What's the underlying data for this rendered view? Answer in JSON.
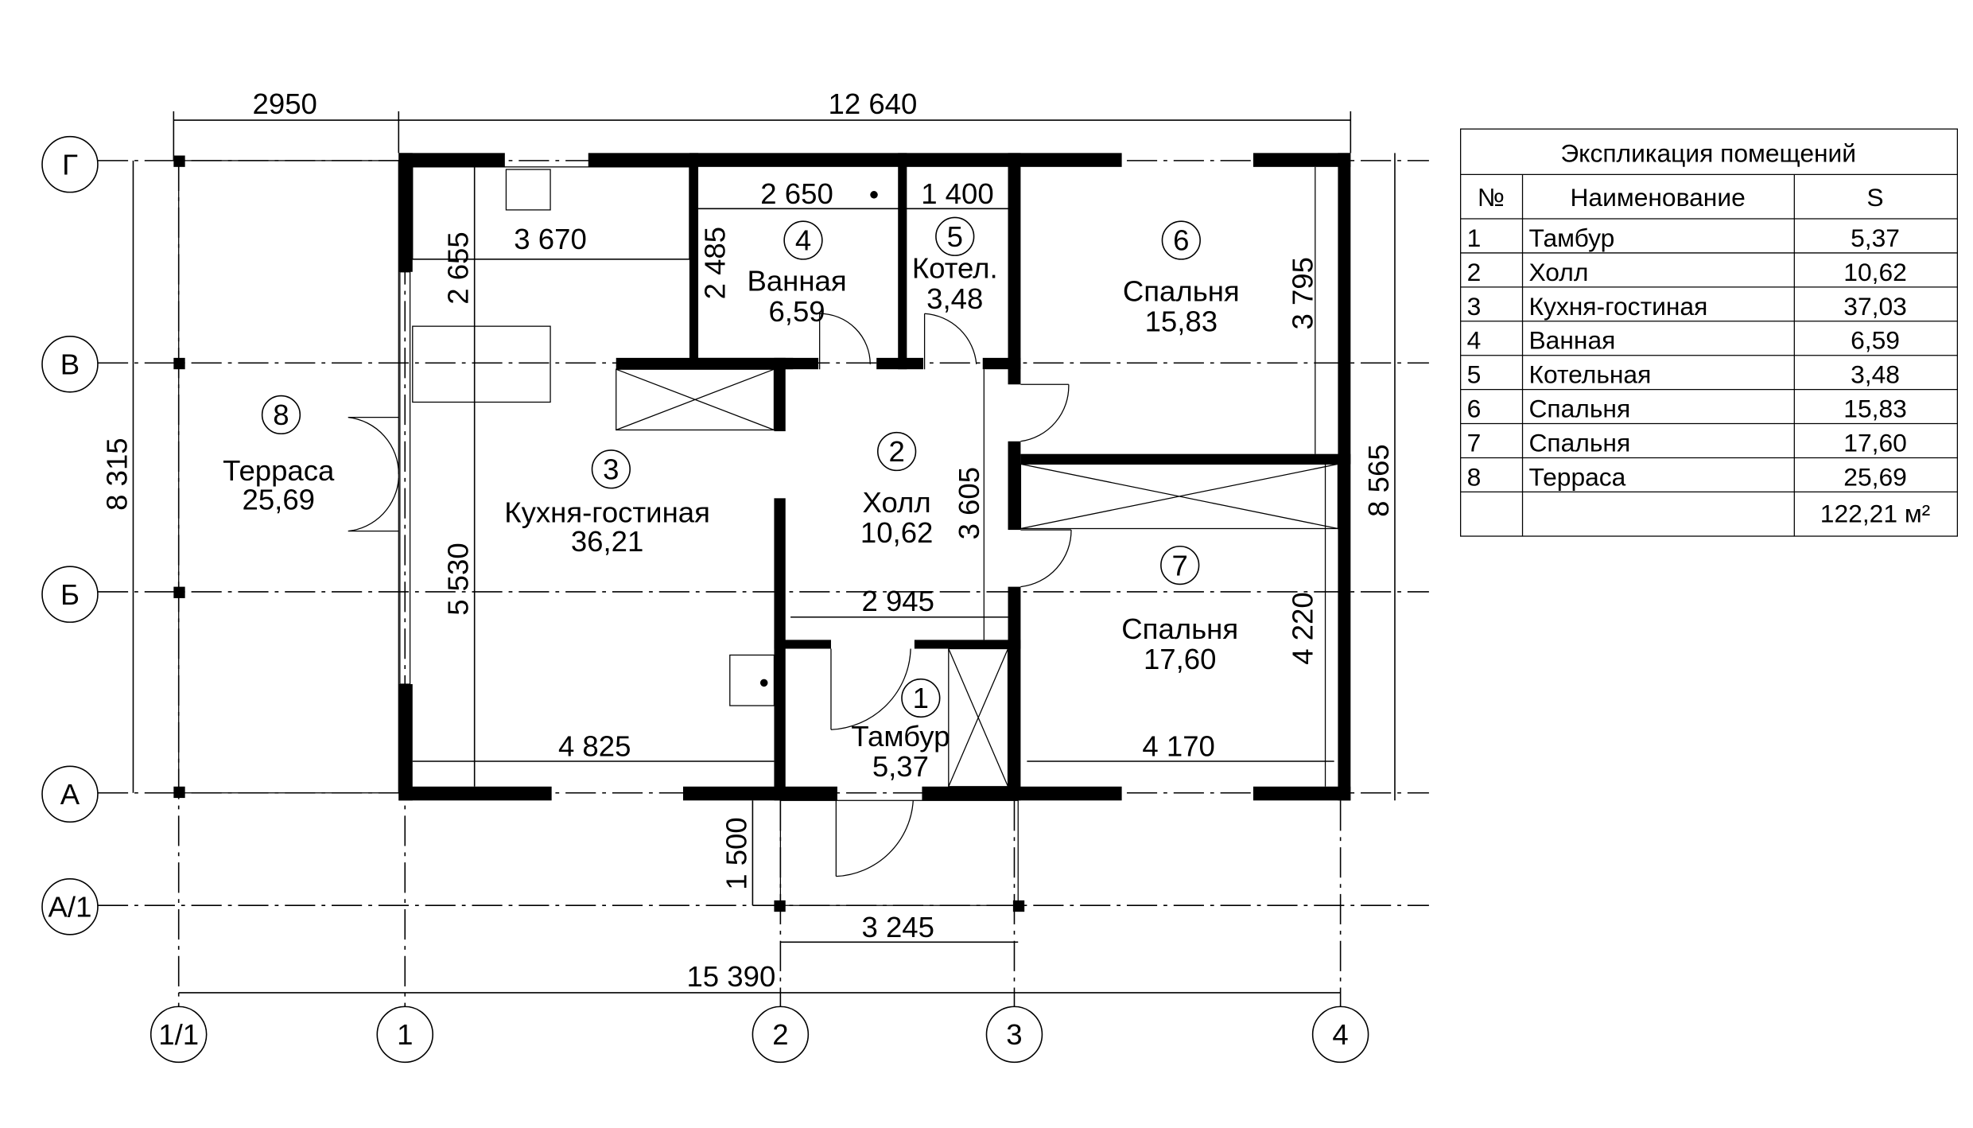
{
  "axes": {
    "rows": [
      "Г",
      "В",
      "Б",
      "А",
      "А/1"
    ],
    "cols": [
      "1/1",
      "1",
      "2",
      "3",
      "4"
    ]
  },
  "dimensions": {
    "top_left": "2950",
    "top_main": "12 640",
    "left_total": "8 315",
    "right_total": "8 565",
    "bottom_total": "15 390",
    "porch_width": "3 245",
    "porch_depth": "1 500",
    "kitchen_upper_width": "3 670",
    "kitchen_upper_depth": "2 655",
    "kitchen_depth": "5 530",
    "kitchen_width": "4 825",
    "bath_width": "2 650",
    "bath_depth": "2 485",
    "boiler_width": "1 400",
    "hall_depth": "3 605",
    "hall_width": "2 945",
    "bed6_depth": "3 795",
    "bed7_depth": "4 220",
    "bed7_width": "4 170"
  },
  "rooms": [
    {
      "num": "1",
      "name": "Тамбур",
      "area": "5,37"
    },
    {
      "num": "2",
      "name": "Холл",
      "area": "10,62"
    },
    {
      "num": "3",
      "name": "Кухня-гостиная",
      "area": "36,21"
    },
    {
      "num": "4",
      "name": "Ванная",
      "area": "6,59"
    },
    {
      "num": "5",
      "name": "Котел.",
      "area": "3,48"
    },
    {
      "num": "6",
      "name": "Спальня",
      "area": "15,83"
    },
    {
      "num": "7",
      "name": "Спальня",
      "area": "17,60"
    },
    {
      "num": "8",
      "name": "Терраса",
      "area": "25,69"
    }
  ],
  "table": {
    "title": "Экспликация помещений",
    "headers": [
      "№",
      "Наименование",
      "S"
    ],
    "rows": [
      [
        "1",
        "Тамбур",
        "5,37"
      ],
      [
        "2",
        "Холл",
        "10,62"
      ],
      [
        "3",
        "Кухня-гостиная",
        "37,03"
      ],
      [
        "4",
        "Ванная",
        "6,59"
      ],
      [
        "5",
        "Котельная",
        "3,48"
      ],
      [
        "6",
        "Спальня",
        "15,83"
      ],
      [
        "7",
        "Спальня",
        "17,60"
      ],
      [
        "8",
        "Терраса",
        "25,69"
      ]
    ],
    "total": "122,21 м²"
  }
}
